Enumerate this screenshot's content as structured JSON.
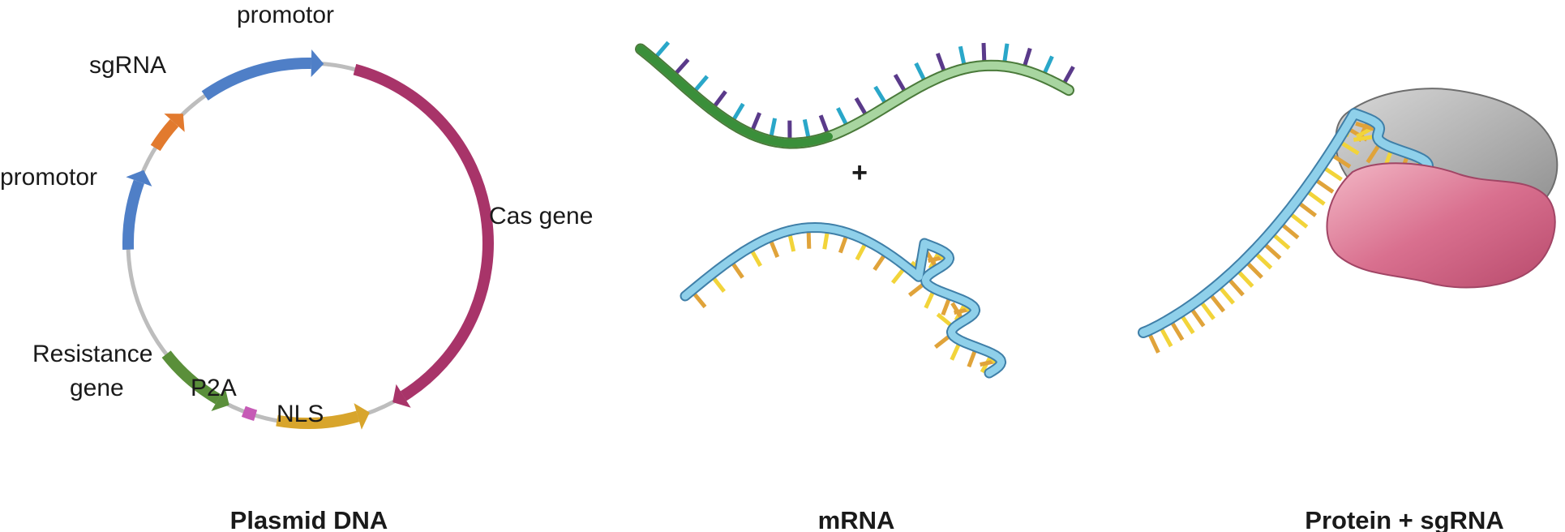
{
  "plasmid": {
    "labels": {
      "promotor_top": "promotor",
      "sgrna": "sgRNA",
      "promotor_left": "promotor",
      "cas_gene": "Cas gene",
      "resistance_line1": "Resistance",
      "resistance_line2": "gene",
      "p2a": "P2A",
      "nls": "NLS"
    },
    "caption": "Plasmid DNA",
    "colors": {
      "backbone": "#bdbdbd",
      "promotor": "#4f7fc7",
      "sgrna": "#e27a2e",
      "cas_gene": "#a83469",
      "resistance": "#5a8f3a",
      "p2a": "#c65bb6",
      "nls": "#d8a52c"
    }
  },
  "mrna": {
    "plus": "+",
    "caption": "mRNA",
    "colors": {
      "dna_dark": "#3a8f3a",
      "dna_light": "#a8d5a0",
      "rna": "#8fd0ea"
    }
  },
  "rnp": {
    "caption": "Protein + sgRNA",
    "colors": {
      "protein_gray": "#a9a9a9",
      "protein_pink": "#d9708f",
      "rna": "#8fd0ea"
    }
  },
  "base_colors": [
    "#2b2f7a",
    "#e0a33a",
    "#2aa7c9",
    "#d63a6a",
    "#f2d43a",
    "#5a3a8a"
  ]
}
